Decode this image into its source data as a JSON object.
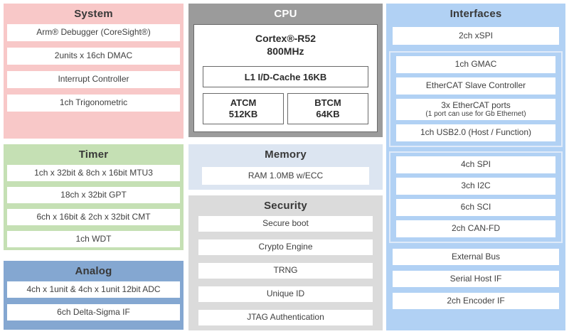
{
  "colors": {
    "system_bg": "#F8C8C8",
    "timer_bg": "#C5E0B4",
    "analog_bg": "#84A7D1",
    "cpu_bg": "#9B9B9B",
    "memory_bg": "#DCE5F1",
    "security_bg": "#DBDBDB",
    "interfaces_bg": "#B1D1F4",
    "interfaces_group_border": "#DFEAF9",
    "row_bg": "#FFFFFF",
    "row_text": "#3F3F3F",
    "cpu_title_text": "#FFFFFF",
    "inner_box_border": "#6A6A6A"
  },
  "system": {
    "title": "System",
    "items": [
      "Arm® Debugger (CoreSight®)",
      "2units x 16ch DMAC",
      "Interrupt Controller",
      "1ch Trigonometric"
    ]
  },
  "timer": {
    "title": "Timer",
    "items": [
      "1ch x 32bit & 8ch x 16bit MTU3",
      "18ch x 32bit GPT",
      "6ch x 16bit & 2ch x 32bit CMT",
      "1ch WDT"
    ]
  },
  "analog": {
    "title": "Analog",
    "items": [
      "4ch x 1unit & 4ch x 1unit 12bit ADC",
      "6ch Delta-Sigma IF"
    ]
  },
  "cpu": {
    "title": "CPU",
    "core_name": "Cortex®-R52",
    "core_frequency": "800MHz",
    "cache": "L1 I/D-Cache 16KB",
    "atcm_name": "ATCM",
    "atcm_size": "512KB",
    "btcm_name": "BTCM",
    "btcm_size": "64KB"
  },
  "memory": {
    "title": "Memory",
    "items": [
      "RAM 1.0MB w/ECC"
    ]
  },
  "security": {
    "title": "Security",
    "items": [
      "Secure boot",
      "Crypto Engine",
      "TRNG",
      "Unique ID",
      "JTAG Authentication"
    ]
  },
  "interfaces": {
    "title": "Interfaces",
    "xspi": "2ch xSPI",
    "ethernet_group": {
      "gmac": "1ch GMAC",
      "escc": "EtherCAT Slave Controller",
      "ports_line1": "3x EtherCAT ports",
      "ports_line2": "(1 port can use for Gb Ethernet)",
      "usb": "1ch USB2.0 (Host / Function)"
    },
    "serial_group": [
      "4ch SPI",
      "3ch I2C",
      "6ch SCI",
      "2ch CAN-FD"
    ],
    "bottom_items": [
      "External Bus",
      "Serial Host IF",
      "2ch Encoder IF"
    ]
  }
}
